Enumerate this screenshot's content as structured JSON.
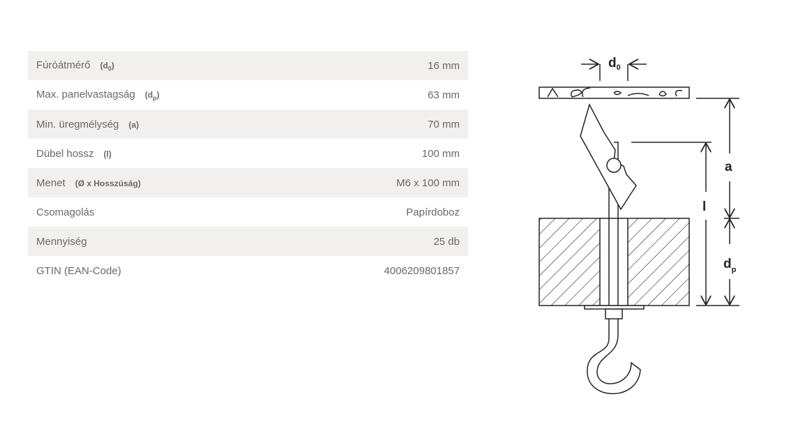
{
  "specs": [
    {
      "label": "Fúróátmérő",
      "symbol": "d",
      "sub": "0",
      "value": "16 mm"
    },
    {
      "label": "Max. panelvastagság",
      "symbol": "d",
      "sub": "p",
      "value": "63 mm"
    },
    {
      "label": "Min. üregmélység",
      "symbol": "a",
      "sub": "",
      "value": "70 mm"
    },
    {
      "label": "Dübel hossz",
      "symbol": "l",
      "sub": "",
      "value": "100 mm"
    },
    {
      "label": "Menet",
      "symbol": "Ø x Hosszúság",
      "sub": "",
      "value": "M6 x 100 mm"
    },
    {
      "label": "Csomagolás",
      "symbol": "",
      "sub": "",
      "value": "Papírdoboz"
    },
    {
      "label": "Mennyiség",
      "symbol": "",
      "sub": "",
      "value": "25 db"
    },
    {
      "label": "GTIN (EAN-Code)",
      "symbol": "",
      "sub": "",
      "value": "4006209801857"
    }
  ],
  "diagram": {
    "d0": "d",
    "d0_sub": "0",
    "a": "a",
    "l": "l",
    "dp": "d",
    "dp_sub": "p"
  }
}
